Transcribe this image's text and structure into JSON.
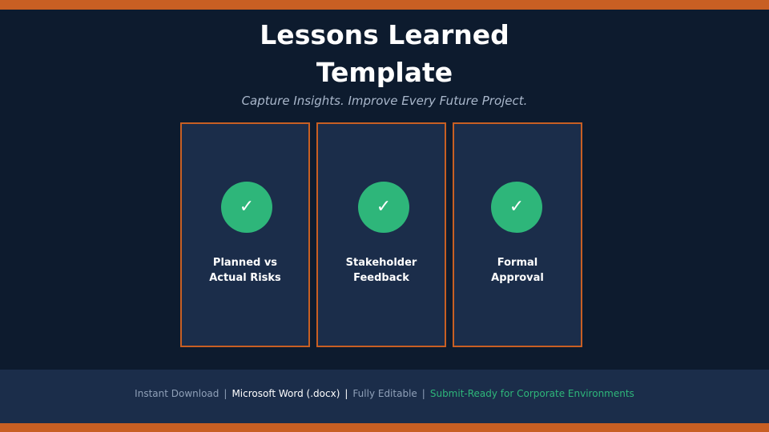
{
  "slide": {
    "title_line1": "Lessons Learned",
    "title_line2": "Template",
    "subtitle": "Capture Insights. Improve Every Future Project."
  },
  "cards": [
    {
      "icon": "check-icon",
      "glyph": "✓",
      "line1": "Planned vs",
      "line2": "Actual Risks"
    },
    {
      "icon": "check-icon",
      "glyph": "✓",
      "line1": "Stakeholder",
      "line2": "Feedback"
    },
    {
      "icon": "check-icon",
      "glyph": "✓",
      "line1": "Formal",
      "line2": "Approval"
    }
  ],
  "footer": {
    "item1": "Instant Download",
    "item2": "Microsoft Word (.docx)",
    "item3": "Fully Editable",
    "item4": "Submit-Ready for Corporate Environments",
    "separator": "|"
  },
  "colors": {
    "background": "#0d1b2e",
    "accent_bar": "#c85f23",
    "card_bg": "#1b2d4a",
    "check_green": "#2eb67a",
    "subtitle": "#aab8cc"
  }
}
